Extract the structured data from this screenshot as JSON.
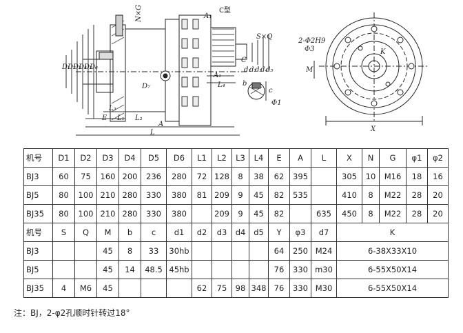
{
  "drawing": {
    "labels": {
      "c_type": "C型",
      "a1_top": "A₁",
      "nxg": "N×G",
      "sxq": "S×Q",
      "c_label": "C",
      "a1_bottom": "A₁",
      "d7": "D₇",
      "l4": "L₄",
      "l3": "L₃",
      "e": "E",
      "l1": "L₁",
      "l2": "L₂",
      "a": "A",
      "l": "L",
      "d1": "D₁",
      "d2": "D₂",
      "d3": "D₃",
      "d4": "D₄",
      "d5": "D₅",
      "d6": "D₆",
      "sd1": "d₁",
      "sd2": "d₂",
      "sd3": "d₃",
      "sd4": "d₄",
      "sd5": "d₅",
      "c_small": "c",
      "b": "b",
      "phi1": "Φ1",
      "hole_spec": "2-Φ2H9",
      "phi3": "Φ3",
      "k": "K",
      "m": "M",
      "x": "X"
    }
  },
  "table": {
    "header1": [
      "机号",
      "D1",
      "D2",
      "D3",
      "D4",
      "D5",
      "D6",
      "L1",
      "L2",
      "L3",
      "L4",
      "E",
      "A",
      "L",
      "X",
      "N",
      "G",
      "φ1",
      "φ2"
    ],
    "rows1": [
      [
        "BJ3",
        "60",
        "75",
        "160",
        "200",
        "236",
        "280",
        "72",
        "128",
        "8",
        "38",
        "62",
        "395",
        "",
        "305",
        "10",
        "M16",
        "18",
        "16"
      ],
      [
        "BJ5",
        "80",
        "100",
        "210",
        "280",
        "330",
        "380",
        "81",
        "209",
        "9",
        "45",
        "82",
        "535",
        "",
        "410",
        "8",
        "M22",
        "28",
        "20"
      ],
      [
        "BJ35",
        "80",
        "100",
        "210",
        "280",
        "330",
        "380",
        "",
        "209",
        "9",
        "45",
        "82",
        "",
        "635",
        "450",
        "8",
        "M22",
        "28",
        "20"
      ]
    ],
    "header2": [
      "机号",
      "S",
      "Q",
      "M",
      "b",
      "c",
      "d1",
      "d2",
      "d3",
      "d4",
      "d5",
      "Y",
      "φ3",
      "d7",
      "K"
    ],
    "rows2": [
      [
        "BJ3",
        "",
        "",
        "45",
        "8",
        "33",
        "30hb",
        "",
        "",
        "",
        "",
        "64",
        "250",
        "M24",
        "6-38X33X10"
      ],
      [
        "BJ5",
        "",
        "",
        "45",
        "14",
        "48.5",
        "45hb",
        "",
        "",
        "",
        "",
        "76",
        "330",
        "m30",
        "6-55X50X14"
      ],
      [
        "BJ35",
        "4",
        "M6",
        "45",
        "",
        "",
        "",
        "62",
        "75",
        "98",
        "348",
        "76",
        "330",
        "M30",
        "6-55X50X14"
      ]
    ]
  },
  "note": "注：BJ，2-φ2孔顺时针转过18°"
}
